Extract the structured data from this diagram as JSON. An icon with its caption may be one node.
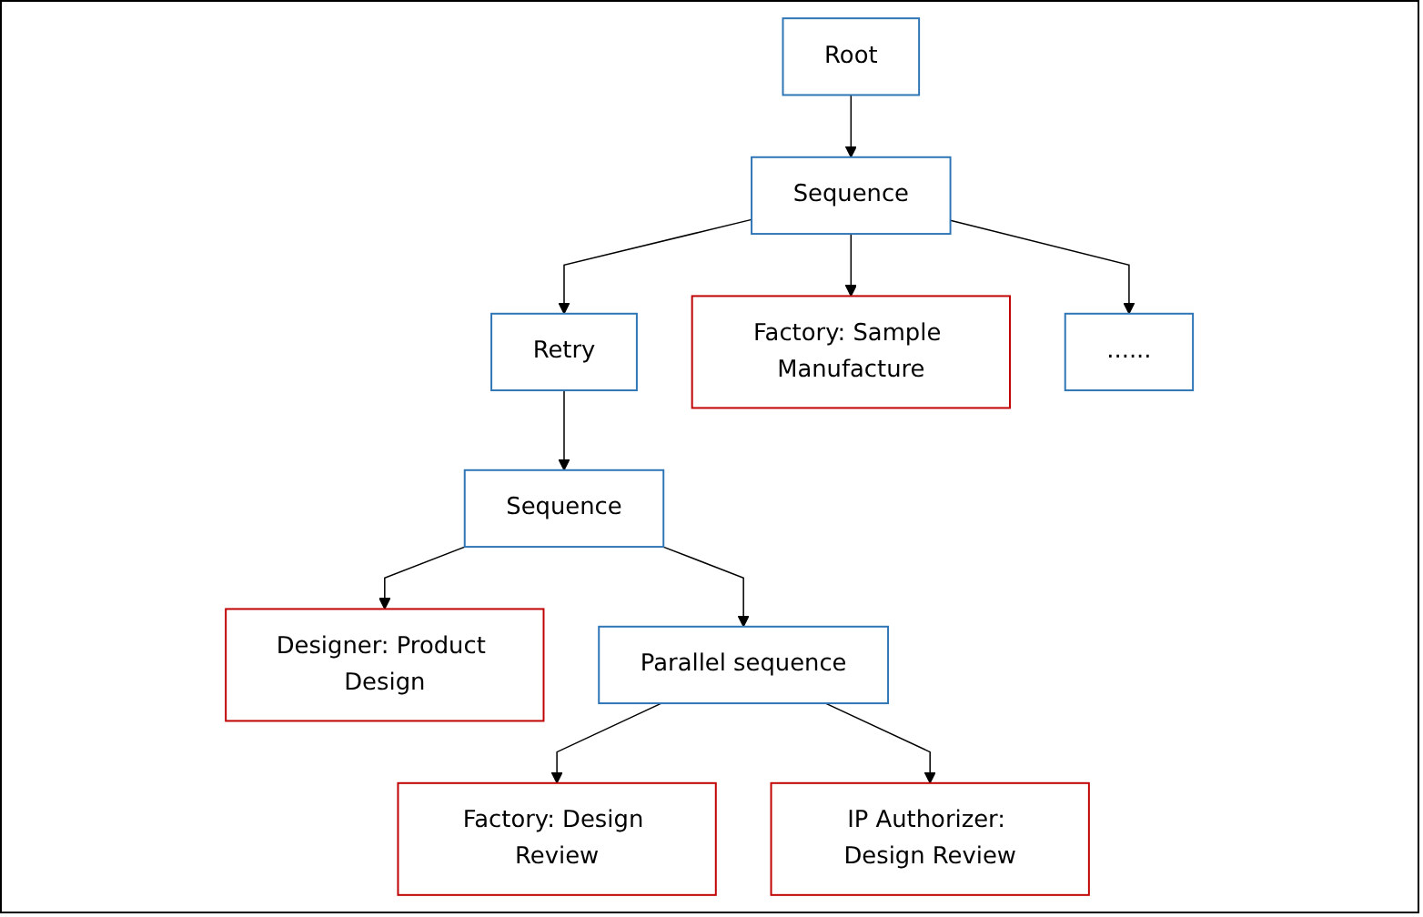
{
  "diagram": {
    "nodes": [
      {
        "text": [
          "Root"
        ]
      },
      {
        "text": [
          "Sequence"
        ]
      },
      {
        "text": [
          "Retry"
        ]
      },
      {
        "text": [
          "Factory: Sample Manufacture"
        ]
      },
      {
        "text": [
          "......"
        ]
      },
      {
        "text": [
          "Sequence"
        ]
      },
      {
        "text": [
          "Designer: Product Design"
        ]
      },
      {
        "text": [
          "Parallel sequence"
        ]
      },
      {
        "text": [
          "Factory: Design Review"
        ]
      },
      {
        "text": [
          "IP Authorizer: Design Review"
        ]
      }
    ],
    "edges": [
      {
        "from": 0,
        "to": 1,
        "arrow": "to"
      },
      {
        "from": 1,
        "to": 2,
        "arrow": "to"
      },
      {
        "from": 1,
        "to": 3,
        "arrow": "to"
      },
      {
        "from": 1,
        "to": 4,
        "arrow": "to"
      },
      {
        "from": 2,
        "to": 5,
        "arrow": "to"
      },
      {
        "from": 5,
        "to": 6,
        "arrow": "to"
      },
      {
        "from": 5,
        "to": 7,
        "arrow": "to"
      },
      {
        "from": 7,
        "to": 8,
        "arrow": "to"
      },
      {
        "from": 7,
        "to": 9,
        "arrow": "to"
      }
    ]
  }
}
